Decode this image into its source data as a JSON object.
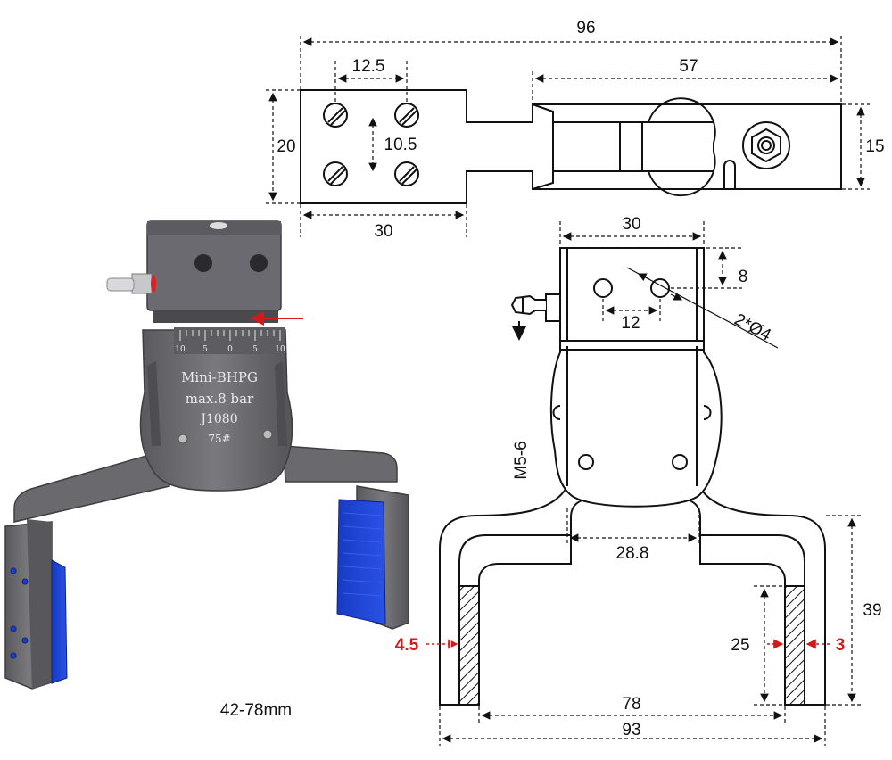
{
  "top_view": {
    "overall_length": "96",
    "body_length": "57",
    "hole_pitch_x": "12.5",
    "hole_pitch_y": "10.5",
    "plate_height": "20",
    "body_height": "15",
    "plate_width": "30"
  },
  "front_view": {
    "top_width": "30",
    "hole_offset": "8",
    "hole_spacing": "12",
    "hole_callout": "2*Ø4",
    "port_thread": "M5-6",
    "base_width": "28.8",
    "jaw_height": "39",
    "pad_height": "25",
    "pad_thickness_left": "4.5",
    "pad_thickness_right": "3",
    "inner_span": "78",
    "outer_span": "93"
  },
  "product_photo": {
    "scale_ticks": [
      "10",
      "5",
      "0",
      "5",
      "10"
    ],
    "engraving_line1": "Mini-BHPG",
    "engraving_line2": "max.8 bar",
    "engraving_line3": "J1080",
    "engraving_line4": "75#",
    "stroke_caption": "42-78mm"
  },
  "colors": {
    "body_metal": "#6e6d72",
    "pad_blue": "#1f45d6",
    "dimension_red": "#d11a1a",
    "line_black": "#111111"
  }
}
